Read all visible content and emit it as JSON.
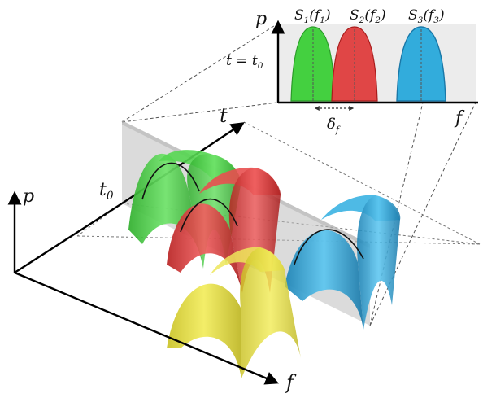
{
  "axes": {
    "p_main": "p",
    "t_main": "t",
    "f_main": "f",
    "t0_marker": "t",
    "t0_sub": "0",
    "p_inset": "p",
    "f_inset": "f"
  },
  "inset": {
    "condition": "t = t",
    "condition_sub": "0",
    "spacing_symbol": "δ",
    "spacing_sub": "f",
    "signals": [
      {
        "name": "S",
        "index": "1",
        "arg": "f",
        "arg_index": "1",
        "color": "#3dcc3a"
      },
      {
        "name": "S",
        "index": "2",
        "arg": "f",
        "arg_index": "2",
        "color": "#e03a3a"
      },
      {
        "name": "S",
        "index": "3",
        "arg": "f",
        "arg_index": "3",
        "color": "#2aa4d8"
      }
    ]
  },
  "colors": {
    "green": "#3dcc3a",
    "red": "#e03a3a",
    "blue": "#2aa4d8",
    "yellow": "#e8e02a",
    "slice_plane": "#b8b8b8",
    "inset_bg": "#ececec"
  }
}
